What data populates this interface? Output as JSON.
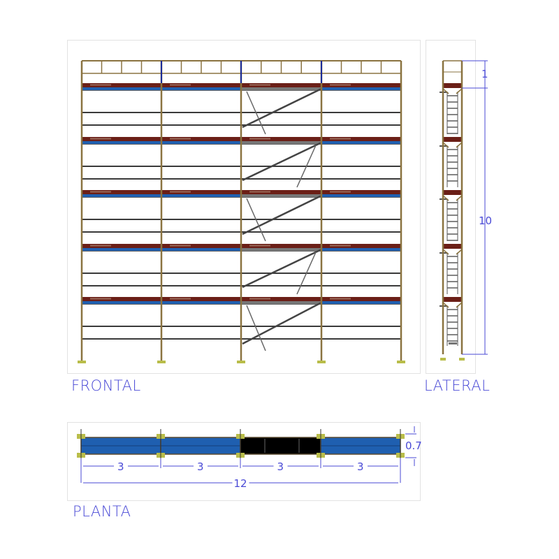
{
  "colors": {
    "standard": "#8a7340",
    "platform_steel": "#1f5fb0",
    "toe_board": "#6b1f17",
    "ledger": "#3a3a3a",
    "diagonal": "#444444",
    "base_plate": "#b9bd4a",
    "dimension": "#4a4ad6",
    "stair_fill": "#000000",
    "panel_border": "#e2e2e2"
  },
  "views": {
    "frontal": {
      "label": "FRONTAL",
      "bays": 4,
      "levels": 5
    },
    "lateral": {
      "label": "LATERAL",
      "dimensions": {
        "guardrail_height": "1",
        "total_height": "10"
      }
    },
    "planta": {
      "label": "PLANTA",
      "dimensions": {
        "bay_widths": [
          "3",
          "3",
          "3",
          "3"
        ],
        "total_length": "12",
        "depth": "0.7"
      }
    }
  }
}
